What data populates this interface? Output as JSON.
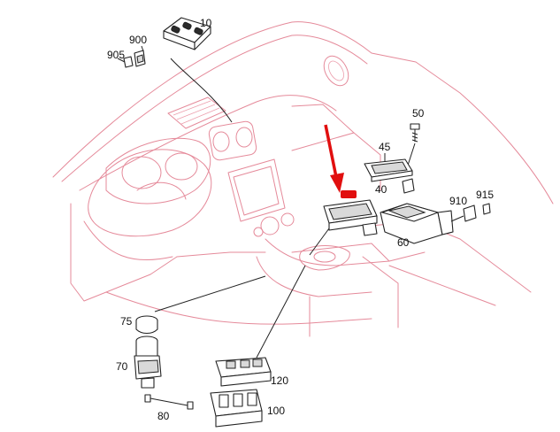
{
  "callouts": {
    "c10": "10",
    "c900": "900",
    "c905": "905",
    "c50": "50",
    "c45": "45",
    "c40": "40",
    "c910": "910",
    "c915": "915",
    "c60": "60",
    "c75": "75",
    "c70": "70",
    "c120": "120",
    "c80": "80",
    "c100": "100"
  },
  "colors": {
    "vehicle_outline": "#e58a9a",
    "part_line": "#222222",
    "highlight_arrow": "#e10f0f"
  }
}
